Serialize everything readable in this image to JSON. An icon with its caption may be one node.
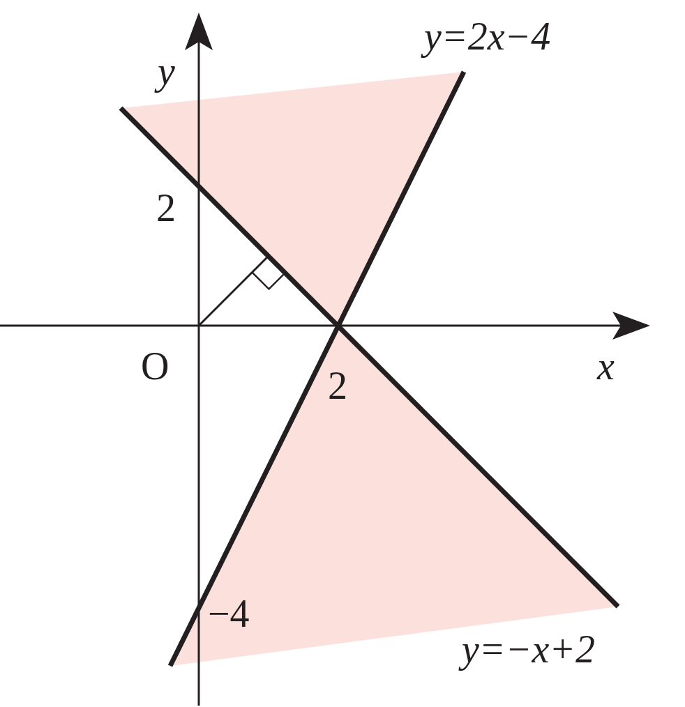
{
  "diagram": {
    "labels": [
      "y=2x−4",
      "y",
      "2",
      "O",
      "x",
      "2",
      "−4",
      "y=−x+2"
    ]
  }
}
